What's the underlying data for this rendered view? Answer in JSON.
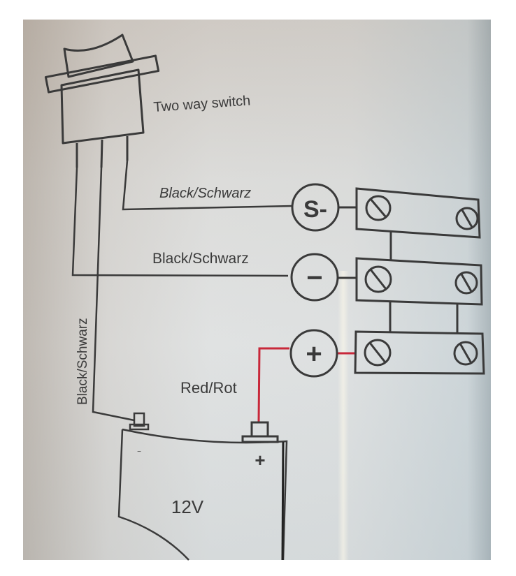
{
  "diagram": {
    "switch_label": "Two way switch",
    "wires": [
      {
        "id": "s-wire",
        "label": "Black/Schwarz",
        "color": "#3a3a3a"
      },
      {
        "id": "neg-wire",
        "label": "Black/Schwarz",
        "color": "#3a3a3a"
      },
      {
        "id": "battery-neg-wire",
        "label": "Black/Schwarz",
        "color": "#3a3a3a"
      },
      {
        "id": "pos-wire",
        "label": "Red/Rot",
        "color": "#c8283a"
      }
    ],
    "terminals": [
      {
        "id": "s-minus",
        "symbol": "S-"
      },
      {
        "id": "minus",
        "symbol": "−"
      },
      {
        "id": "plus",
        "symbol": "+"
      }
    ],
    "battery": {
      "voltage_label": "12V",
      "positive_symbol": "+",
      "negative_symbol": "−"
    }
  }
}
